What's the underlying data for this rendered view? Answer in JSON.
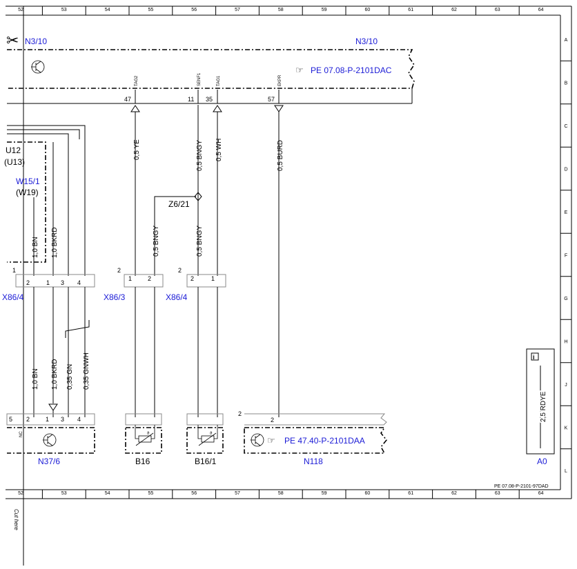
{
  "grid": {
    "columns": [
      "52",
      "53",
      "54",
      "55",
      "56",
      "57",
      "58",
      "59",
      "60",
      "61",
      "62",
      "63",
      "64"
    ],
    "rows": [
      "A",
      "B",
      "C",
      "D",
      "E",
      "F",
      "G",
      "H",
      "J",
      "K",
      "L"
    ]
  },
  "components": {
    "n3_10_left": "N3/10",
    "n3_10_right": "N3/10",
    "n3_10_ref": "PE 07.08-P-2101DAC",
    "u12": "U12",
    "u13": "(U13)",
    "w15_1": "W15/1",
    "w19": "(W19)",
    "z6_21": "Z6/21",
    "x86_4_left": "X86/4",
    "x86_3": "X86/3",
    "x86_4": "X86/4",
    "n37_6": "N37/6",
    "b16": "B16",
    "b16_1": "B16/1",
    "n118": "N118",
    "n118_ref": "PE 47.40-P-2101DAA",
    "a0": "A0",
    "a0_wire": "2,5 RDYE"
  },
  "signals": {
    "tag2": "TAG2",
    "senf1": "SENF1",
    "tag1": "TAG1",
    "ekpr": "EKPR"
  },
  "pins": {
    "p47": "47",
    "p11": "11",
    "p35": "35",
    "p57": "57",
    "x86_left_c": "1",
    "x86_left_1": "2",
    "x86_left_2": "1",
    "x86_left_3": "3",
    "x86_left_4": "4",
    "x86_3_c": "2",
    "x86_3_1": "1",
    "x86_3_2": "2",
    "x86_4_c": "2",
    "x86_4_1": "2",
    "x86_4_2": "1",
    "n37_5": "5",
    "n37_2": "2",
    "n37_1": "1",
    "n37_3": "3",
    "n37_4": "4",
    "n37_nc": "NC",
    "n118_c": "2",
    "n118_2": "2"
  },
  "wires": {
    "ye": "0,5 YE",
    "bngy_top": "0,5 BNGY",
    "wh": "0,5 WH",
    "burd": "0,5 BURD",
    "bngy_b16": "0,5 BNGY",
    "bngy_b161": "0,5 BNGY",
    "bn_top": "1,0 BN",
    "bkrd_top": "1,0 BKRD",
    "bn_bot": "1,0 BN",
    "bkrd_bot": "1,0 BKRD",
    "gn": "0,35 GN",
    "gnwh": "0,35 GNWH"
  },
  "footer": {
    "doc_ref": "PE 07.08-P-2101-97DAD",
    "cut_here": "Cut here"
  },
  "colors": {
    "reference_link": "#1a1ad6",
    "line": "#000000"
  }
}
